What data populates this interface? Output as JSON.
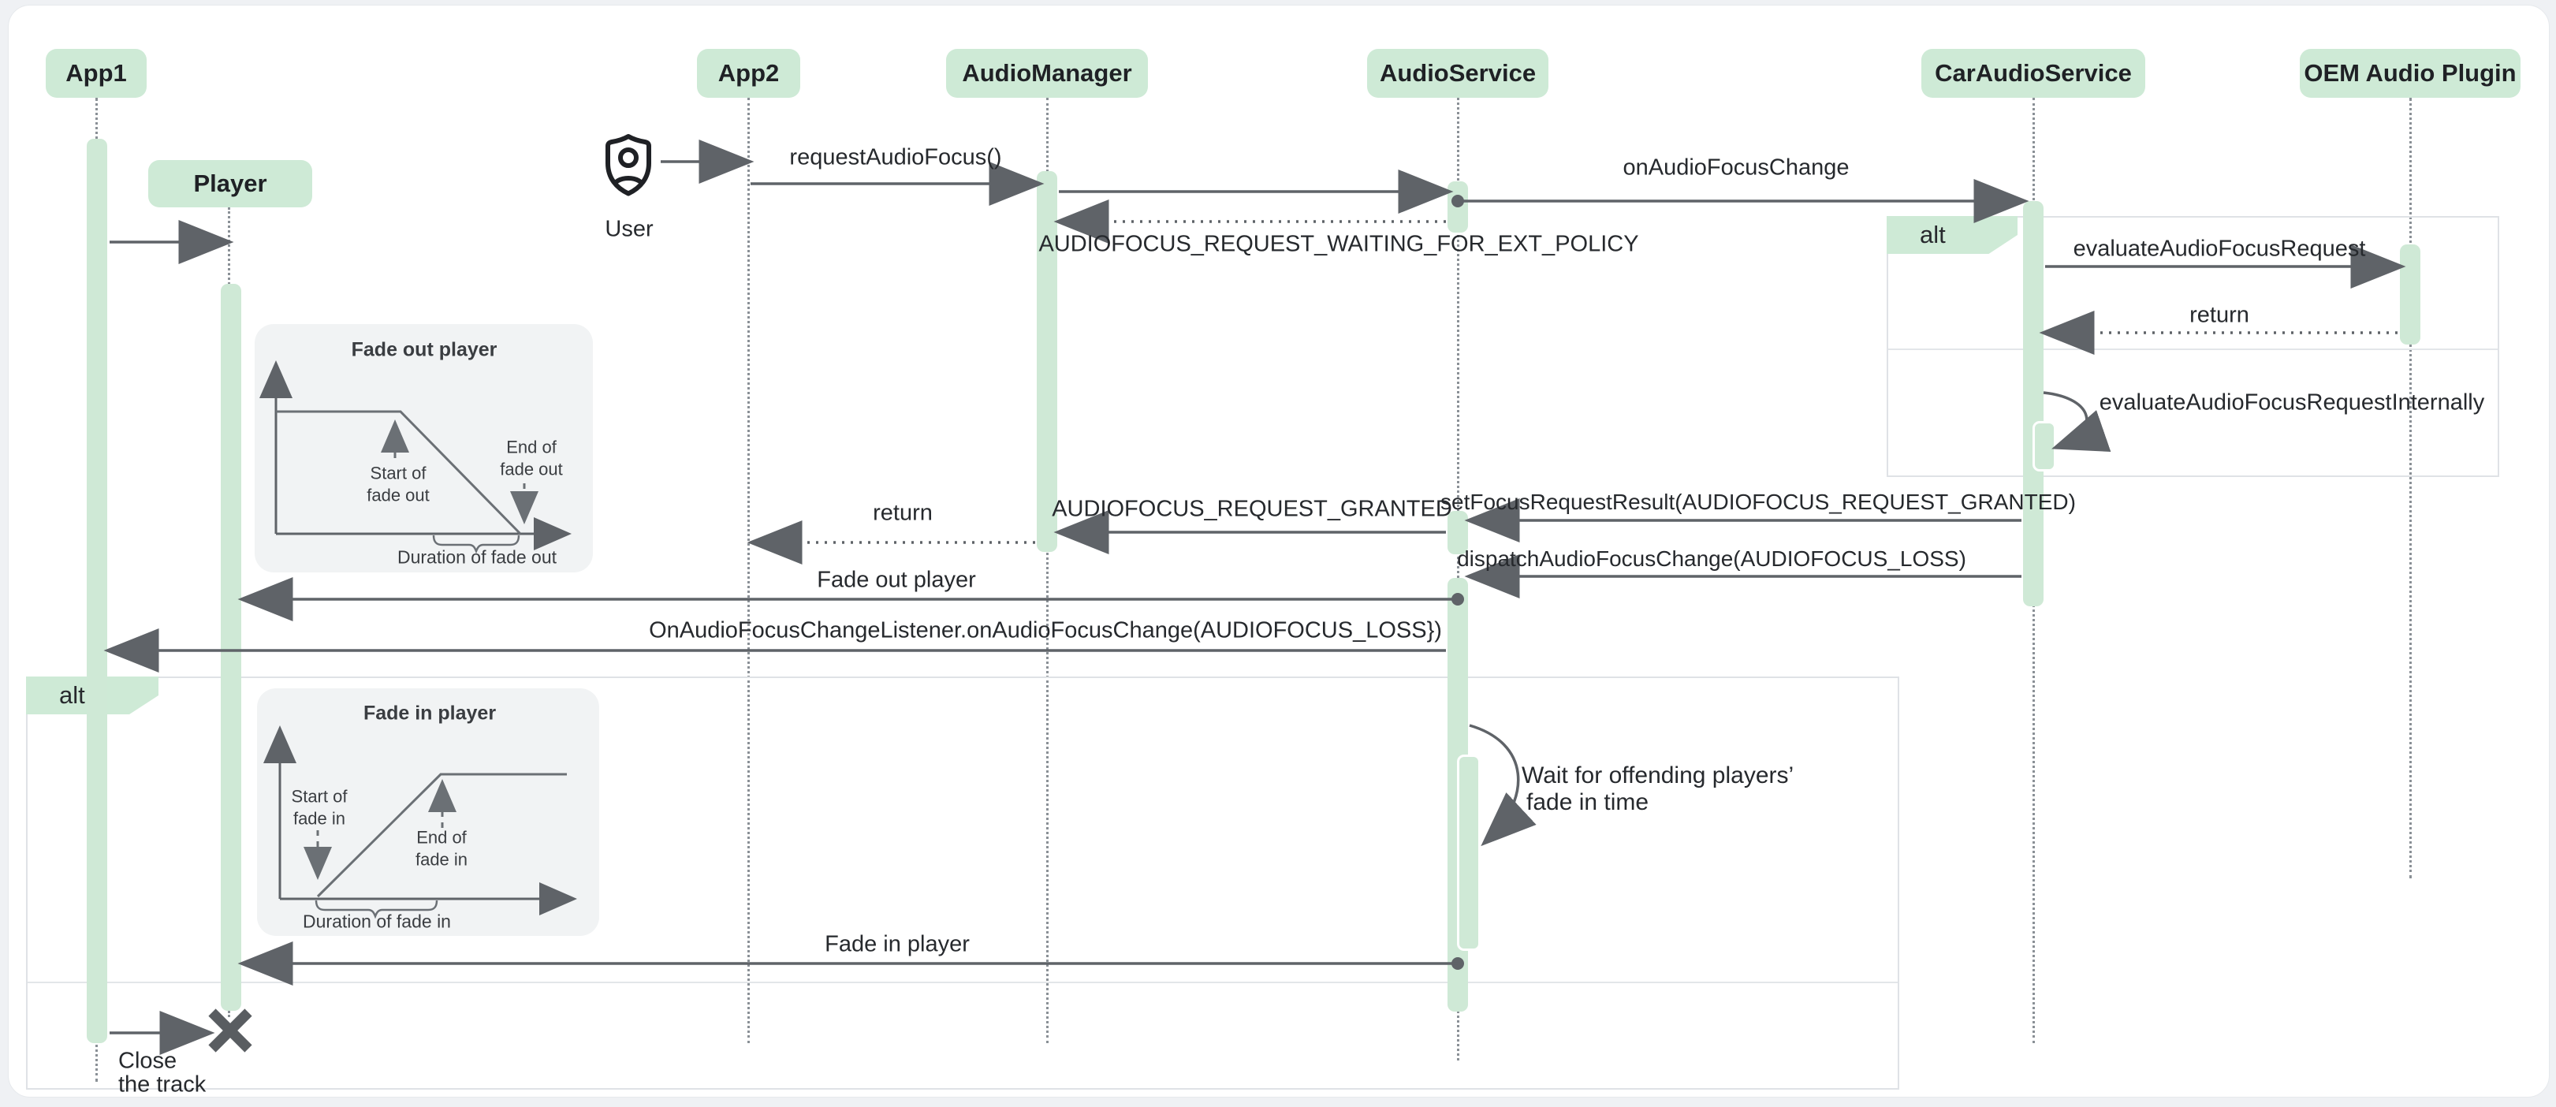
{
  "participants": [
    {
      "label": "App1"
    },
    {
      "label": "Player"
    },
    {
      "label": "App2"
    },
    {
      "label": "AudioManager"
    },
    {
      "label": "AudioService"
    },
    {
      "label": "CarAudioService"
    },
    {
      "label": "OEM Audio Plugin"
    }
  ],
  "actors": {
    "user_label": "User"
  },
  "fragments": {
    "alt_right": "alt",
    "alt_left": "alt"
  },
  "messages": {
    "request_audio_focus": "requestAudioFocus()",
    "on_audio_focus_change": "onAudioFocusChange",
    "waiting_policy": "AUDIOFOCUS_REQUEST_WAITING_FOR_EXT_POLICY",
    "evaluate_request": "evaluateAudioFocusRequest",
    "return_right": "return",
    "evaluate_internally": "evaluateAudioFocusRequestInternally",
    "set_focus_result": "setFocusRequestResult(AUDIOFOCUS_REQUEST_GRANTED)",
    "granted": "AUDIOFOCUS_REQUEST_GRANTED",
    "return_left": "return",
    "dispatch_change": "dispatchAudioFocusChange(AUDIOFOCUS_LOSS)",
    "fade_out_player": "Fade out player",
    "on_focus_change_listener": "OnAudioFocusChangeListener.onAudioFocusChange(AUDIOFOCUS_LOSS})",
    "wait_line1": "Wait for offending players’",
    "wait_line2": "fade in time",
    "fade_in_player": "Fade in player",
    "close_line1": "Close",
    "close_line2": "the track"
  },
  "insets": {
    "fade_out": {
      "title": "Fade out player",
      "start_l1": "Start of",
      "start_l2": "fade out",
      "end_l1": "End of",
      "end_l2": "fade out",
      "duration": "Duration of fade out"
    },
    "fade_in": {
      "title": "Fade in player",
      "start_l1": "Start of",
      "start_l2": "fade in",
      "end_l1": "End of",
      "end_l2": "fade in",
      "duration": "Duration of fade in"
    }
  },
  "colors": {
    "accent_green": "#ceead6",
    "arrow_gray": "#5f6368",
    "surface": "#ffffff",
    "background": "#eff1f4",
    "inset_background": "#f1f3f4"
  }
}
